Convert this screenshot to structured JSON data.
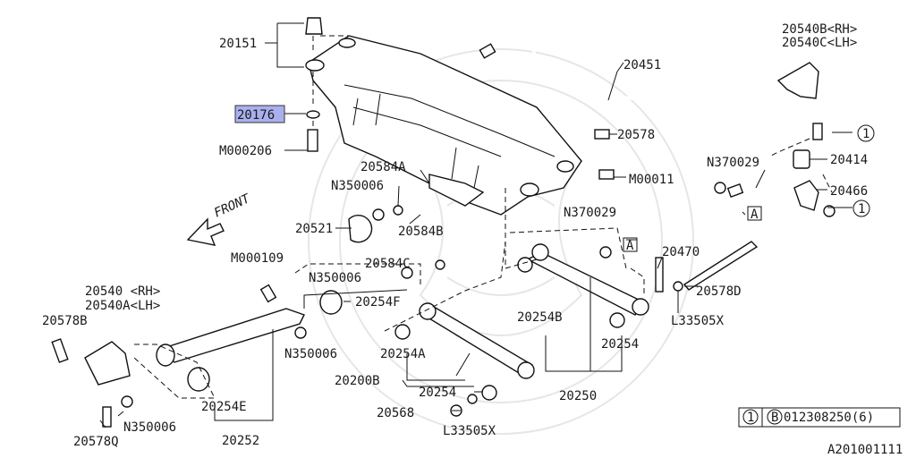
{
  "parts": {
    "p20151": "20151",
    "p20176": "20176",
    "m000206": "M000206",
    "p20584a": "20584A",
    "n350006_top": "N350006",
    "p20521": "20521",
    "p20584b": "20584B",
    "p20584c": "20584C",
    "n350006_mid": "N350006",
    "p20254f": "20254F",
    "m000109": "M000109",
    "p20540": "20540 <RH>",
    "p20540a": "20540A<LH>",
    "p20578b": "20578B",
    "n350006_left": "N350006",
    "n350006_bottom": "N350006",
    "p20254e": "20254E",
    "p20252": "20252",
    "p20578q": "20578Q",
    "p20451": "20451",
    "p20578": "20578",
    "m00011": "M00011",
    "n370029_right": "N370029",
    "n370029_mid": "N370029",
    "p20540b": "20540B<RH>",
    "p20540c": "20540C<LH>",
    "p20414": "20414",
    "p20466": "20466",
    "p20470": "20470",
    "p20578d": "20578D",
    "l33505x_right": "L33505X",
    "p20254b": "20254B",
    "p20254": "20254",
    "p20254a": "20254A",
    "p20200b": "20200B",
    "p20254_bottom": "20254",
    "p20250": "20250",
    "p20568": "20568",
    "l33505x_bottom": "L33505X"
  },
  "callouts": {
    "ref_a": "A",
    "ref_a2": "A",
    "circle_1": "1",
    "circle_1b": "1",
    "front": "FRONT"
  },
  "legend": {
    "index": "1",
    "bolt_code": "B",
    "part_no": "012308250(6)"
  },
  "diagram_id": "A201001111"
}
